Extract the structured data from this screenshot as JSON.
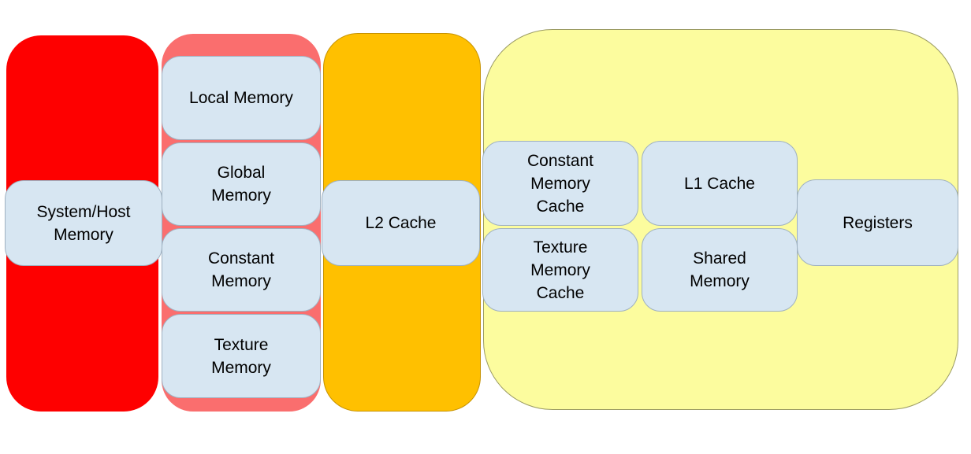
{
  "colors": {
    "host_fill": "#fe0000",
    "device_fill": "#fa6e6e",
    "l2_fill": "#ffc000",
    "l2_stroke": "#c69200",
    "sm_fill": "#fcfc9e",
    "sm_stroke": "#9b9b63",
    "node_fill": "#d7e6f2",
    "node_stroke": "#9fb1c1",
    "text_color": "#000000"
  },
  "nodes": {
    "system_host_memory": {
      "label": "System/Host\nMemory"
    },
    "local_memory": {
      "label": "Local Memory"
    },
    "global_memory": {
      "label": "Global\nMemory"
    },
    "constant_memory": {
      "label": "Constant\nMemory"
    },
    "texture_memory": {
      "label": "Texture\nMemory"
    },
    "l2_cache": {
      "label": "L2 Cache"
    },
    "constant_memory_cache": {
      "label": "Constant\nMemory\nCache"
    },
    "texture_memory_cache": {
      "label": "Texture\nMemory\nCache"
    },
    "l1_cache": {
      "label": "L1 Cache"
    },
    "shared_memory": {
      "label": "Shared\nMemory"
    },
    "registers": {
      "label": "Registers"
    }
  }
}
